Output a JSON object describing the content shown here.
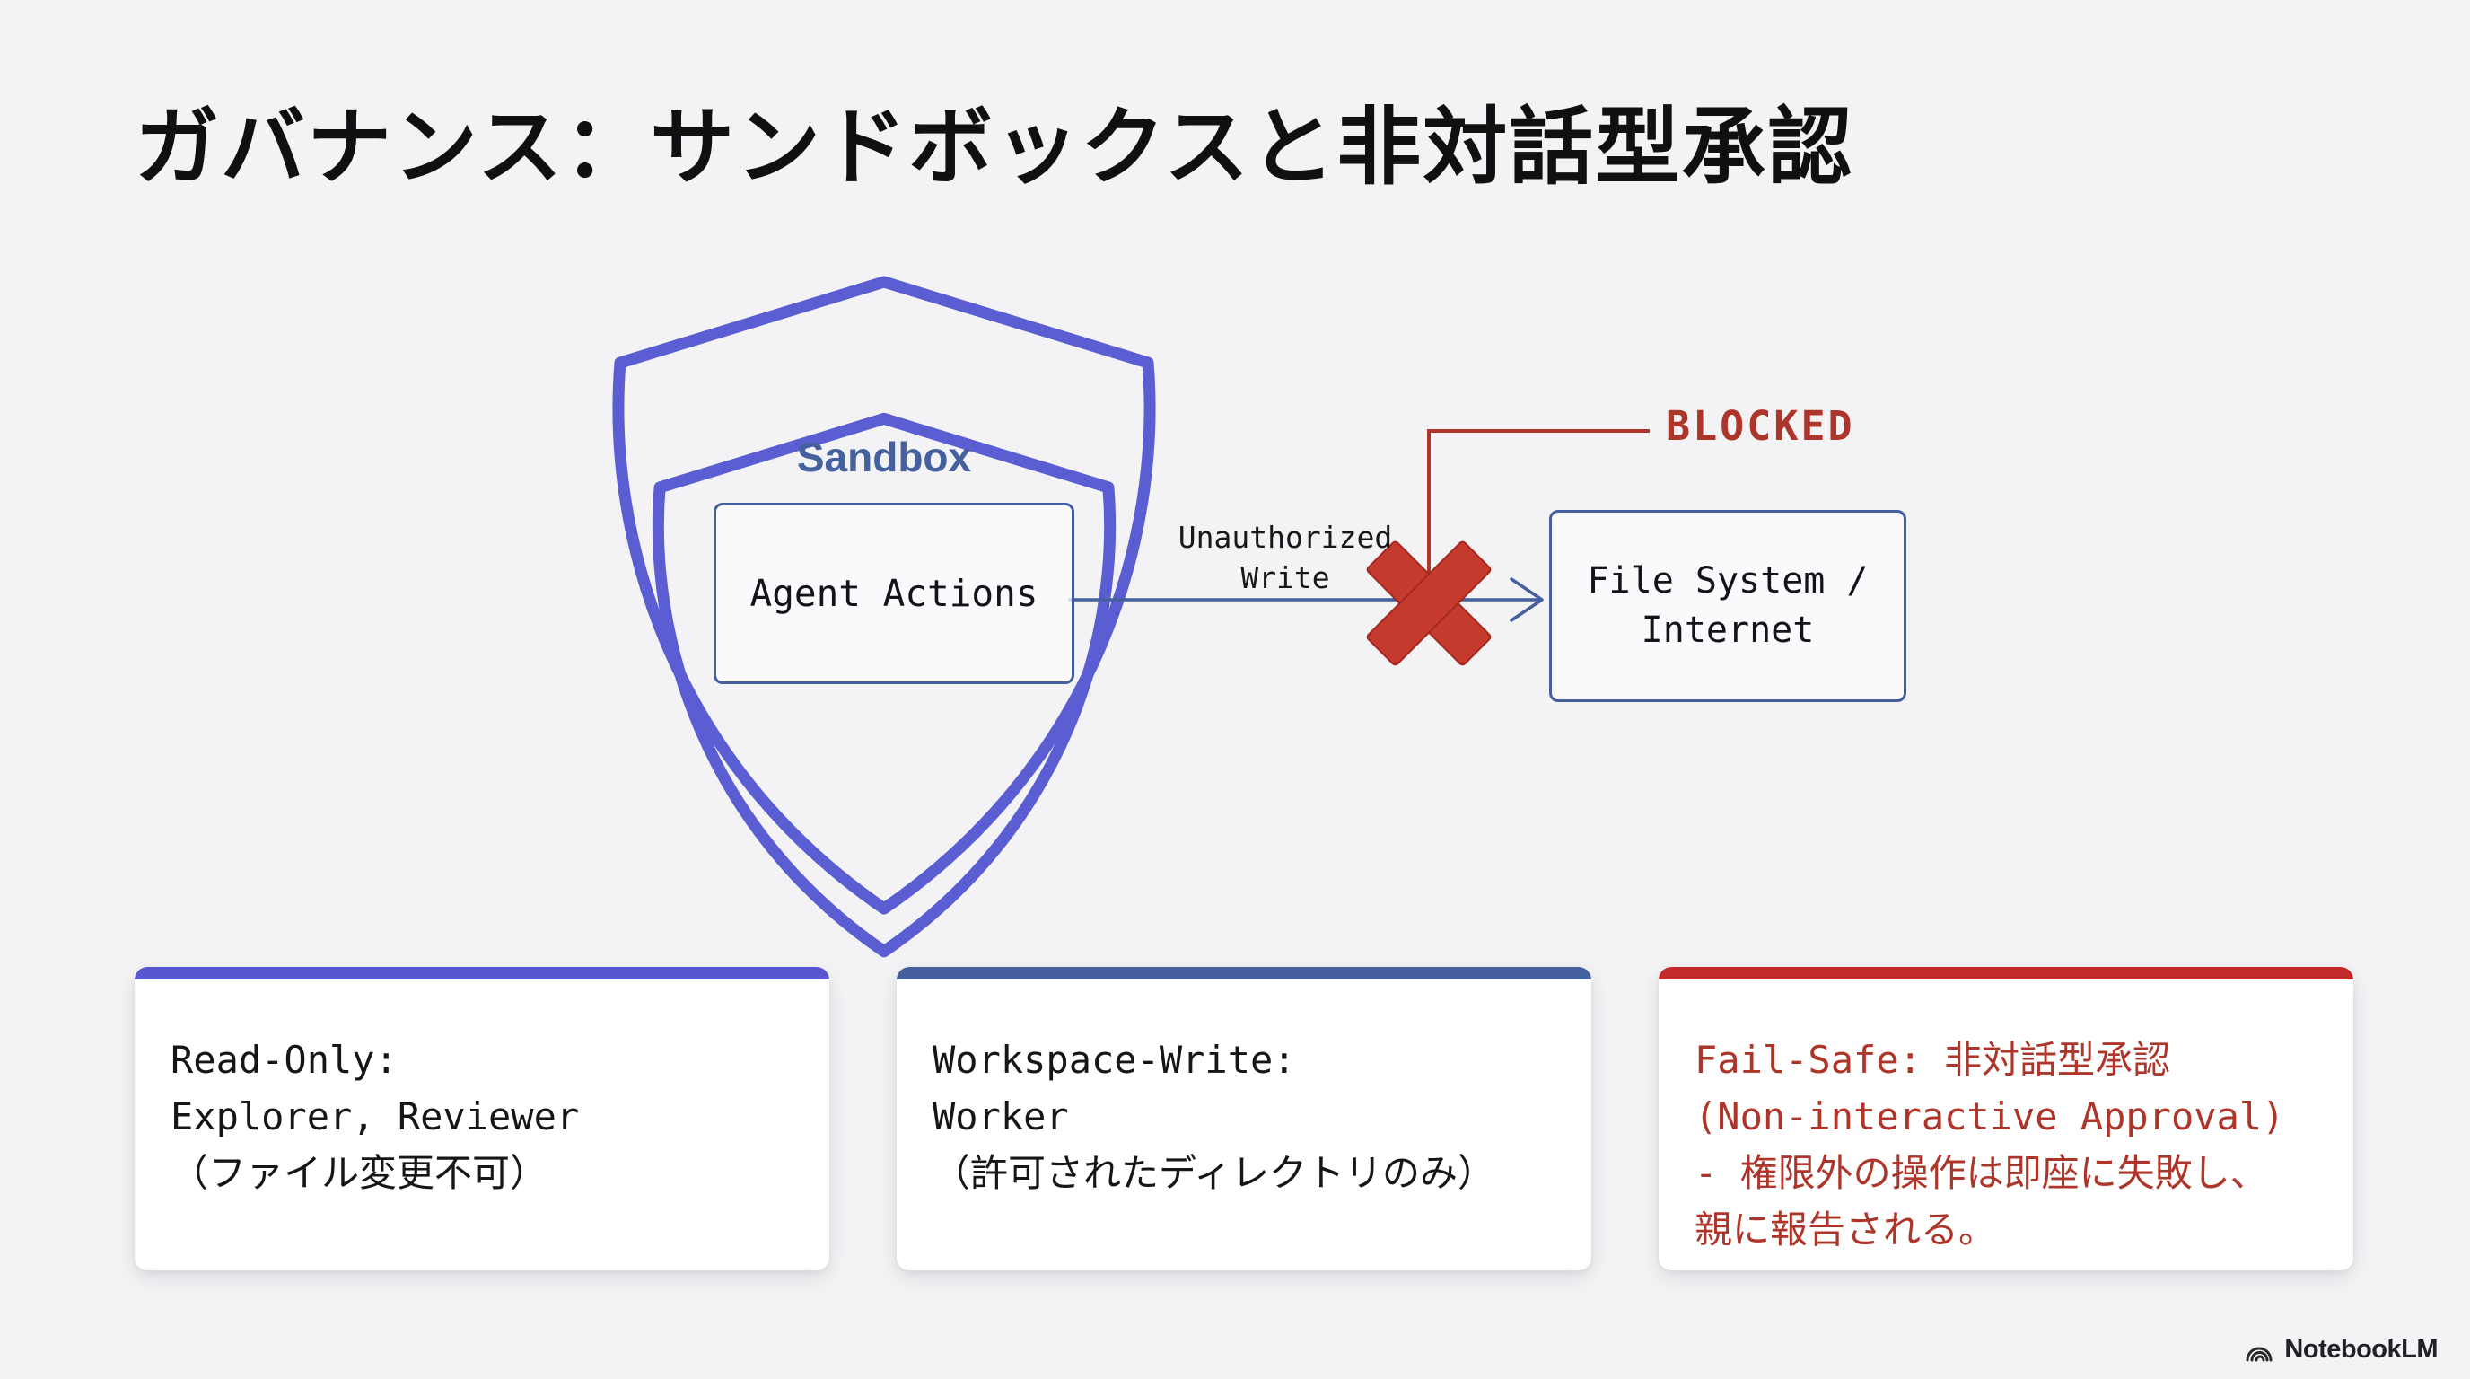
{
  "slide": {
    "title": "ガバナンス：サンドボックスと非対話型承認",
    "background_color": "#F3F3F5"
  },
  "diagram": {
    "sandbox_label": "Sandbox",
    "agent_box_label": "Agent Actions",
    "edge_label_line1": "Unauthorized",
    "edge_label_line2": "Write",
    "blocked_label": "BLOCKED",
    "target_box_line1": "File System /",
    "target_box_line2": "Internet",
    "colors": {
      "shield_stroke": "#5A5ED2",
      "edge_stroke": "#44609F",
      "node_border": "#44609F",
      "sandbox_label_color": "#44609F",
      "blocked_color": "#AC362B",
      "x_mark_fill": "#C43A2D",
      "x_mark_stroke": "#A3291F"
    }
  },
  "cards": [
    {
      "accent_color": "#5857D1",
      "text_color": "#161616",
      "lines": [
        "Read-Only:",
        "Explorer, Reviewer",
        "（ファイル変更不可）"
      ]
    },
    {
      "accent_color": "#44619E",
      "text_color": "#161616",
      "lines": [
        "Workspace-Write:",
        "Worker",
        "（許可されたディレクトリのみ）"
      ]
    },
    {
      "accent_color": "#C2292B",
      "text_color": "#AE352A",
      "lines": [
        "Fail-Safe: 非対話型承認",
        "(Non-interactive Approval)",
        "- 権限外の操作は即座に失敗し、",
        "親に報告される。"
      ]
    }
  ],
  "footer": {
    "logo_text": "NotebookLM"
  }
}
